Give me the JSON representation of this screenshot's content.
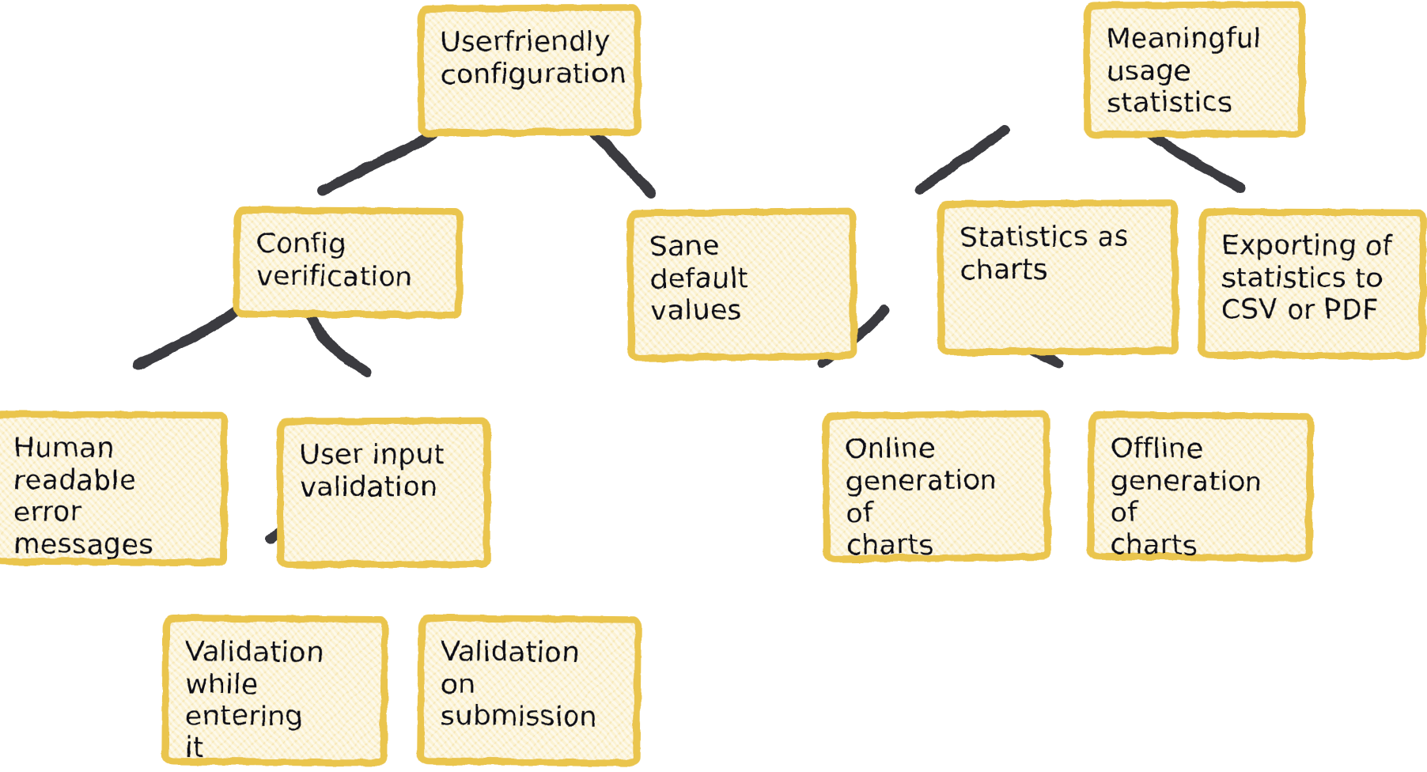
{
  "diagram": {
    "type": "mind-map",
    "style": "hand-drawn sketch",
    "background_color": "#ffffff",
    "node_fill_color": "#fbf2d2",
    "node_border_color": "#eac54d",
    "connector_color": "#3a3a3f",
    "text_color": "#111114"
  },
  "nodes": {
    "userfriendly_configuration": "Userfriendly\nconfiguration",
    "config_verification": "Config\nverification",
    "sane_default_values": "Sane\ndefault\nvalues",
    "human_readable_error_messages": "Human\nreadable\nerror\nmessages",
    "user_input_validation": "User input\nvalidation",
    "validation_while_entering_it": "Validation\nwhile entering\nit",
    "validation_on_submission": "Validation on\nsubmission",
    "meaningful_usage_statistics": "Meaningful\nusage\nstatistics",
    "statistics_as_charts": "Statistics as\ncharts",
    "exporting_of_statistics": "Exporting of\nstatistics to\nCSV or PDF",
    "online_generation_of_charts": "Online\ngeneration of\ncharts",
    "offline_generation_of_charts": "Offline\ngeneration of\ncharts"
  },
  "edges": [
    {
      "from": "userfriendly_configuration",
      "to": "config_verification"
    },
    {
      "from": "userfriendly_configuration",
      "to": "sane_default_values"
    },
    {
      "from": "config_verification",
      "to": "human_readable_error_messages"
    },
    {
      "from": "config_verification",
      "to": "user_input_validation"
    },
    {
      "from": "user_input_validation",
      "to": "validation_while_entering_it"
    },
    {
      "from": "user_input_validation",
      "to": "validation_on_submission"
    },
    {
      "from": "meaningful_usage_statistics",
      "to": "statistics_as_charts"
    },
    {
      "from": "meaningful_usage_statistics",
      "to": "exporting_of_statistics"
    },
    {
      "from": "statistics_as_charts",
      "to": "online_generation_of_charts"
    },
    {
      "from": "statistics_as_charts",
      "to": "offline_generation_of_charts"
    }
  ]
}
